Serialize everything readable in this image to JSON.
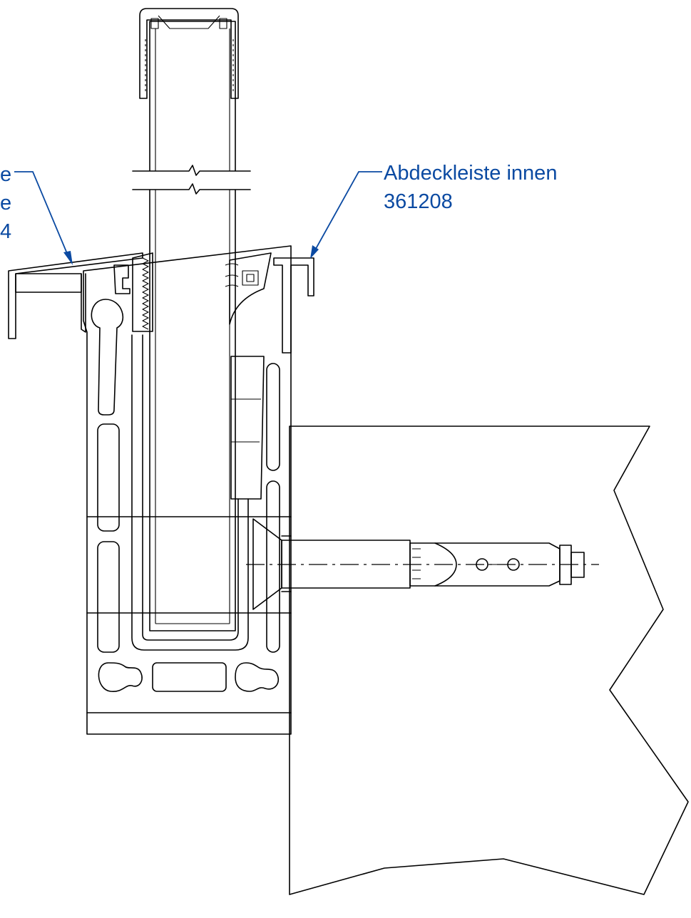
{
  "colors": {
    "annotation": "#0b4aa2",
    "line": "#000000",
    "background": "#ffffff"
  },
  "labels": {
    "left": {
      "line1": "e",
      "line2": "e",
      "line3": "4"
    },
    "right": {
      "line1": "Abdeckleiste innen",
      "line2": "361208"
    }
  }
}
